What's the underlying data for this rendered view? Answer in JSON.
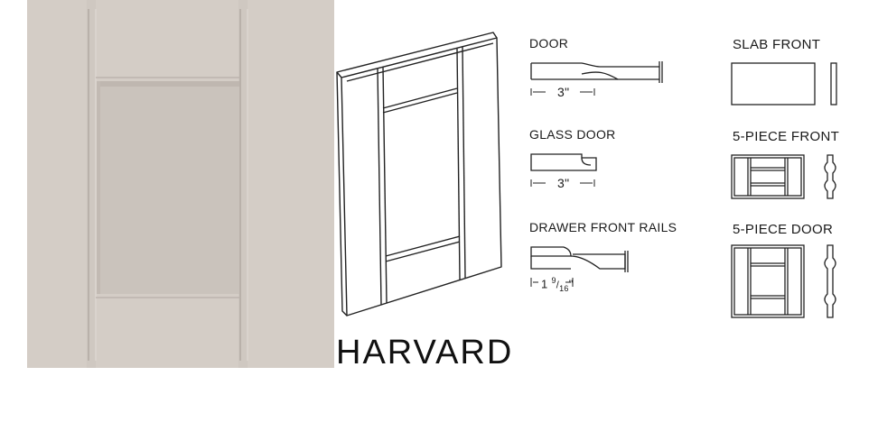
{
  "product": {
    "name": "HARVARD",
    "finish_color": "#d4cdc6",
    "panel_color": "#cac3bc"
  },
  "profiles": {
    "door": {
      "label": "DOOR",
      "dimension": "3\""
    },
    "glass_door": {
      "label": "GLASS DOOR",
      "dimension": "3\""
    },
    "drawer_front_rails": {
      "label": "DRAWER FRONT RAILS",
      "dimension_whole": "1",
      "dimension_num": "9",
      "dimension_den": "16",
      "dimension_unit": "\""
    }
  },
  "styles": {
    "slab_front": {
      "label": "SLAB FRONT"
    },
    "five_piece_front": {
      "label": "5-PIECE FRONT"
    },
    "five_piece_door": {
      "label": "5-PIECE DOOR"
    }
  }
}
